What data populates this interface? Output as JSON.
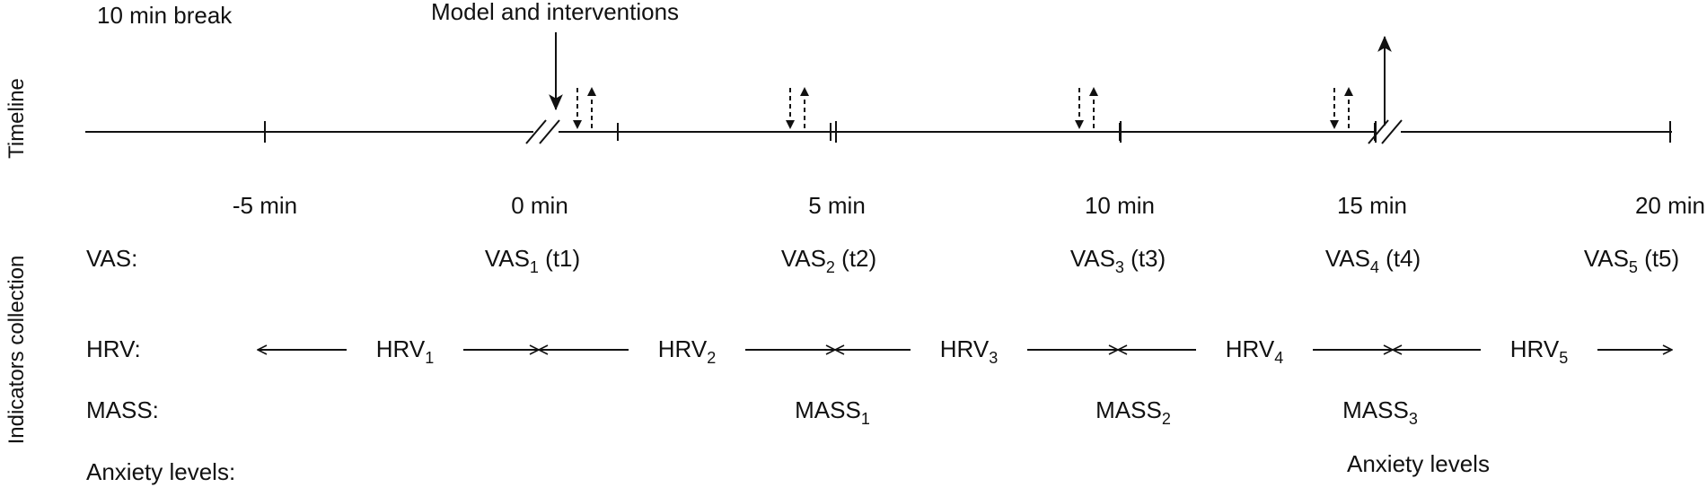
{
  "side_labels": {
    "timeline": "Timeline",
    "indicators": "Indicators collection"
  },
  "top_notes": {
    "break": "10 min break",
    "model": "Model and interventions"
  },
  "timeline": {
    "ticks": [
      "-5 min",
      "0 min",
      "5 min",
      "10 min",
      "15 min",
      "20 min"
    ]
  },
  "rows": {
    "vas": "VAS:",
    "hrv": "HRV:",
    "mass": "MASS:",
    "anxiety": "Anxiety levels:"
  },
  "vas": [
    {
      "base": "VAS",
      "sub": "1",
      "tail": " (t1)"
    },
    {
      "base": "VAS",
      "sub": "2",
      "tail": " (t2)"
    },
    {
      "base": "VAS",
      "sub": "3",
      "tail": " (t3)"
    },
    {
      "base": "VAS",
      "sub": "4",
      "tail": " (t4)"
    },
    {
      "base": "VAS",
      "sub": "5",
      "tail": " (t5)"
    }
  ],
  "hrv": [
    {
      "base": "HRV",
      "sub": "1"
    },
    {
      "base": "HRV",
      "sub": "2"
    },
    {
      "base": "HRV",
      "sub": "3"
    },
    {
      "base": "HRV",
      "sub": "4"
    },
    {
      "base": "HRV",
      "sub": "5"
    }
  ],
  "mass": [
    {
      "base": "MASS",
      "sub": "1"
    },
    {
      "base": "MASS",
      "sub": "2"
    },
    {
      "base": "MASS",
      "sub": "3"
    }
  ],
  "anxiety_result": "Anxiety levels"
}
